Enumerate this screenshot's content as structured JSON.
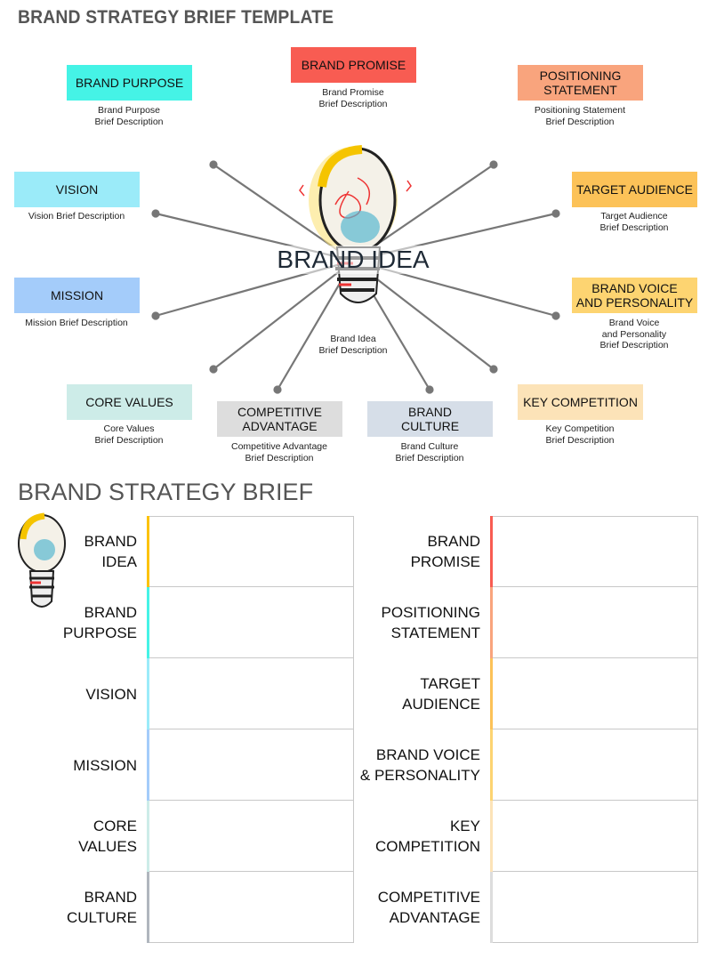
{
  "title": "BRAND STRATEGY BRIEF TEMPLATE",
  "center": {
    "label": "BRAND IDEA",
    "desc1": "Brand Idea",
    "desc2": "Brief Description"
  },
  "nodes": {
    "purpose": {
      "label": "BRAND PURPOSE",
      "d1": "Brand Purpose",
      "d2": "Brief Description",
      "color": "#45F3E6"
    },
    "promise": {
      "label": "BRAND PROMISE",
      "d1": "Brand Promise",
      "d2": "Brief Description",
      "color": "#F85C52"
    },
    "positioning": {
      "label1": "POSITIONING",
      "label2": "STATEMENT",
      "d1": "Positioning Statement",
      "d2": "Brief Description",
      "color": "#F9A47D"
    },
    "vision": {
      "label": "VISION",
      "d1": "Vision Brief Description",
      "color": "#9BEBF9"
    },
    "target": {
      "label": "TARGET AUDIENCE",
      "d1": "Target Audience",
      "d2": "Brief Description",
      "color": "#FCC258"
    },
    "mission": {
      "label": "MISSION",
      "d1": "Mission Brief Description",
      "color": "#A4CCFA"
    },
    "voice": {
      "label1": "BRAND VOICE",
      "label2": "AND PERSONALITY",
      "d1": "Brand Voice",
      "d2": "and Personality",
      "d3": "Brief Description",
      "color": "#FDD471"
    },
    "core": {
      "label": "CORE VALUES",
      "d1": "Core Values",
      "d2": "Brief Description",
      "color": "#CDECE8"
    },
    "advantage": {
      "label1": "COMPETITIVE",
      "label2": "ADVANTAGE",
      "d1": "Competitive Advantage",
      "d2": "Brief Description",
      "color": "#DDDDDD"
    },
    "culture": {
      "label1": "BRAND",
      "label2": "CULTURE",
      "d1": "Brand Culture",
      "d2": "Brief Description",
      "color": "#D6DEE8"
    },
    "competition": {
      "label": "KEY COMPETITION",
      "d1": "Key Competition",
      "d2": "Brief Description",
      "color": "#FCE3B8"
    }
  },
  "brief": {
    "title": "BRAND STRATEGY BRIEF",
    "left": [
      {
        "l1": "BRAND",
        "l2": "IDEA",
        "color": "#FCC20C",
        "value": ""
      },
      {
        "l1": "BRAND",
        "l2": "PURPOSE",
        "color": "#45F3E6",
        "value": ""
      },
      {
        "l1": "VISION",
        "l2": "",
        "color": "#9BEBF9",
        "value": ""
      },
      {
        "l1": "MISSION",
        "l2": "",
        "color": "#A4CCFA",
        "value": ""
      },
      {
        "l1": "CORE",
        "l2": "VALUES",
        "color": "#CDECE8",
        "value": ""
      },
      {
        "l1": "BRAND",
        "l2": "CULTURE",
        "color": "#B0B6BE",
        "value": ""
      }
    ],
    "right": [
      {
        "l1": "BRAND",
        "l2": "PROMISE",
        "color": "#F85C52",
        "value": ""
      },
      {
        "l1": "POSITIONING",
        "l2": "STATEMENT",
        "color": "#F9A47D",
        "value": ""
      },
      {
        "l1": "TARGET",
        "l2": "AUDIENCE",
        "color": "#FCC258",
        "value": ""
      },
      {
        "l1": "BRAND VOICE",
        "l2": "& PERSONALITY",
        "color": "#FDD471",
        "value": ""
      },
      {
        "l1": "KEY",
        "l2": "COMPETITION",
        "color": "#FCE3B8",
        "value": ""
      },
      {
        "l1": "COMPETITIVE",
        "l2": "ADVANTAGE",
        "color": "#DDDDDD",
        "value": ""
      }
    ]
  }
}
